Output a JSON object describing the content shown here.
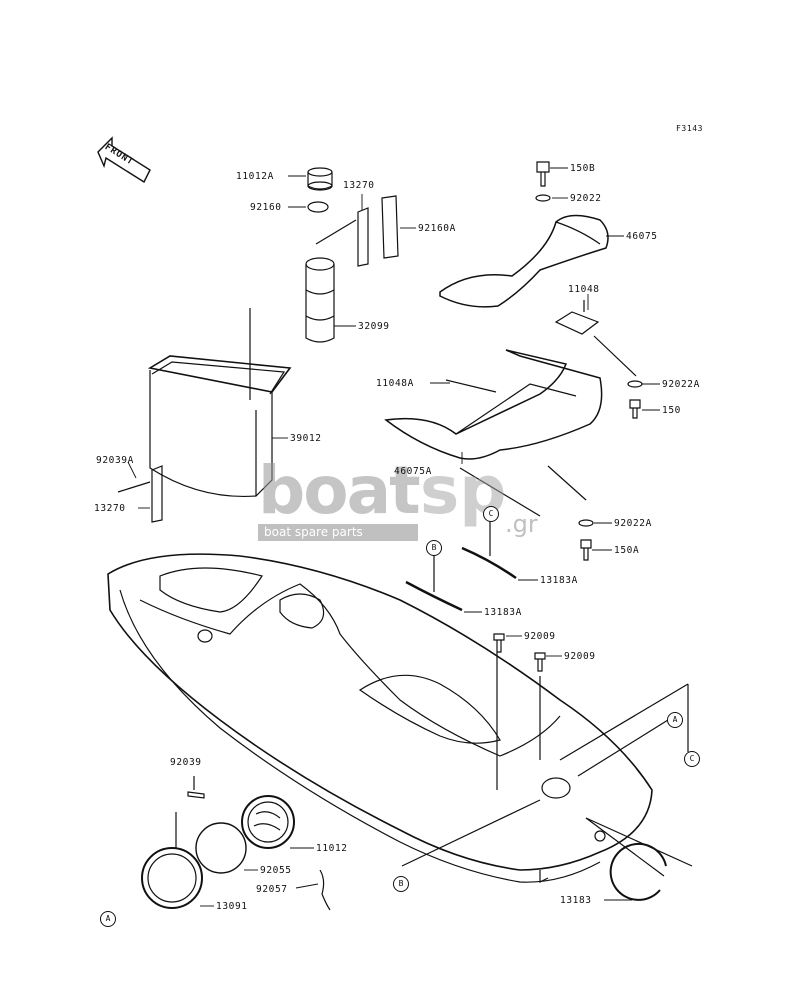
{
  "diagram": {
    "code": "F3143",
    "front": "FRONT",
    "parts": {
      "p11012A": "11012A",
      "p92160": "92160",
      "p13270a": "13270",
      "p92160A": "92160A",
      "p32099": "32099",
      "p39012": "39012",
      "p92039A": "92039A",
      "p13270b": "13270",
      "p150B": "150B",
      "p92022": "92022",
      "p46075": "46075",
      "p11048": "11048",
      "p92022Aa": "92022A",
      "p150": "150",
      "p11048A": "11048A",
      "p46075A": "46075A",
      "p92022Ab": "92022A",
      "p150A": "150A",
      "p13183Aa": "13183A",
      "p13183Ab": "13183A",
      "p92009a": "92009",
      "p92009b": "92009",
      "p92039": "92039",
      "p11012": "11012",
      "p92055": "92055",
      "p92057": "92057",
      "p13091": "13091",
      "p13183": "13183"
    },
    "refs": {
      "A1": "A",
      "A2": "A",
      "B1": "B",
      "B2": "B",
      "C1": "C",
      "C2": "C"
    }
  },
  "watermark": {
    "main": "boat",
    "sp": "sp",
    "tld": ".gr",
    "tagline": "boat spare parts"
  }
}
